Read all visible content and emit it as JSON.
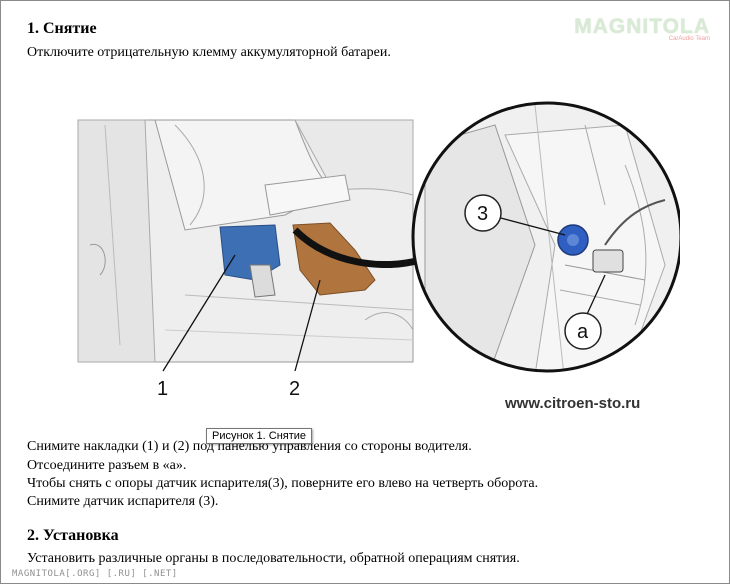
{
  "logo": {
    "main": "MAGNITOLA",
    "sub": "CarAudio Team"
  },
  "removal": {
    "heading": "1. Снятие",
    "intro": "Отключите отрицательную клемму аккумуляторной батареи.",
    "steps": [
      "Снимите накладки (1) и (2) под панелью управления со стороны водителя.",
      "Отсоедините разъем в «а».",
      "Чтобы снять с опоры датчик испарителя(3), поверните его влево на четверть оборота.",
      "Снимите датчик испарителя (3)."
    ]
  },
  "figure": {
    "labels": {
      "part1": "1",
      "part2": "2",
      "part3": "3",
      "connector": "a"
    },
    "watermark": "www.citroen-sto.ru",
    "tooltip": "Рисунок 1. Снятие"
  },
  "installation": {
    "heading": "2. Установка",
    "text": "Установить различные органы в последовательности, обратной операциям снятия."
  },
  "footer": "MAGNITOLA[.ORG] [.RU] [.NET]",
  "colors": {
    "panel_blue": "#3c6fb3",
    "panel_brown": "#b0753f",
    "connector_blue": "#2f5fc0"
  }
}
